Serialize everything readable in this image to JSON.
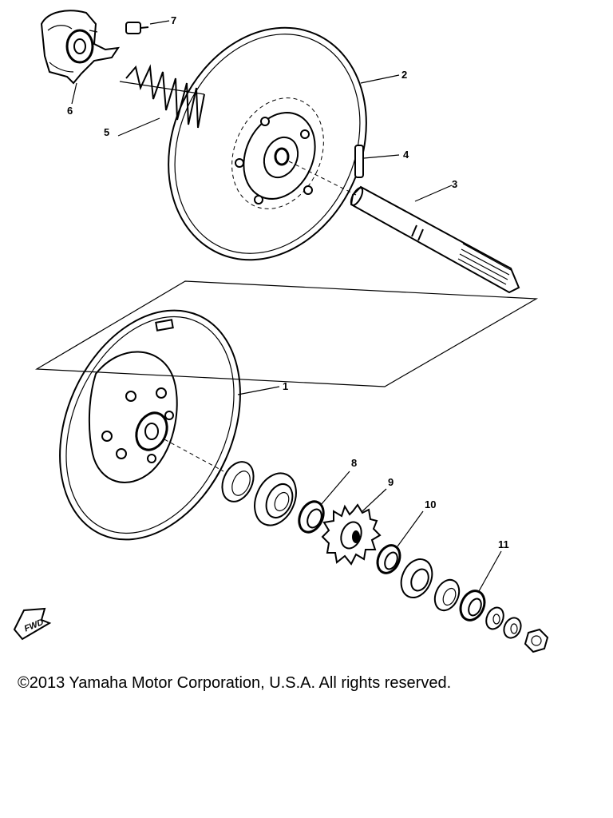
{
  "callouts": [
    {
      "id": "1",
      "text": "1"
    },
    {
      "id": "2",
      "text": "2"
    },
    {
      "id": "3",
      "text": "3"
    },
    {
      "id": "4",
      "text": "4"
    },
    {
      "id": "5",
      "text": "5"
    },
    {
      "id": "6",
      "text": "6"
    },
    {
      "id": "7",
      "text": "7"
    },
    {
      "id": "8",
      "text": "8"
    },
    {
      "id": "9",
      "text": "9"
    },
    {
      "id": "10",
      "text": "10"
    },
    {
      "id": "11",
      "text": "11"
    }
  ],
  "fwd_mark": "FWD",
  "copyright": "©2013 Yamaha Motor Corporation, U.S.A. All rights reserved."
}
